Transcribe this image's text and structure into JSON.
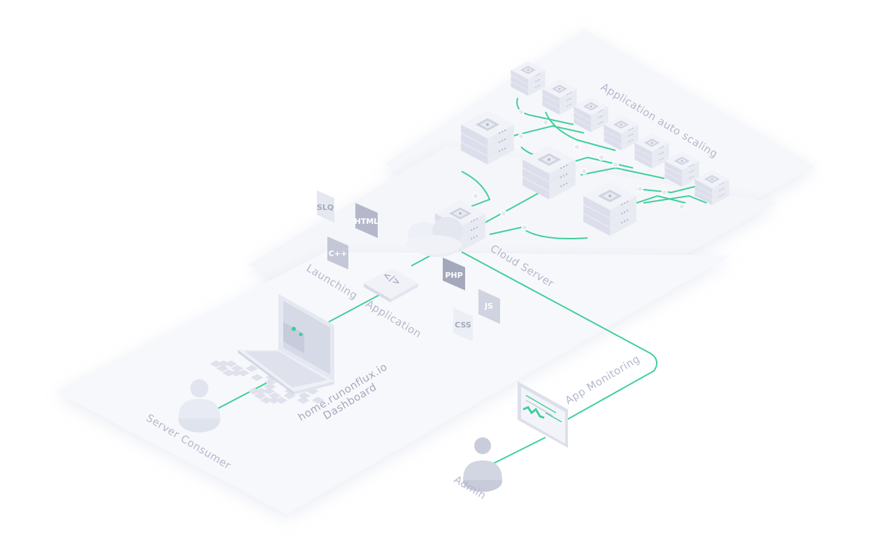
{
  "labels": {
    "auto_scaling": "Application auto scaling",
    "cloud_server": "Cloud Server",
    "launching": "Launching",
    "application": "Application",
    "app_monitoring": "App Monitoring",
    "dashboard_line1": "home.runonflux.io",
    "dashboard_line2": "Dashboard",
    "server_consumer": "Server Consumer",
    "admin": "Admin"
  },
  "tech_tags": {
    "slq": "SLQ",
    "html": "HTML",
    "cpp": "C++",
    "php": "PHP",
    "js": "JS",
    "css": "CSS"
  },
  "app_badge": "</>",
  "colors": {
    "connector": "#3ecf9a",
    "platform": "#f5f6fa",
    "server_face": "#eceef6",
    "server_side": "#d7dbe9",
    "label": "#b3b8cc",
    "tag_dark": "#b4b8ca",
    "tag_light": "#e3e6ef"
  }
}
